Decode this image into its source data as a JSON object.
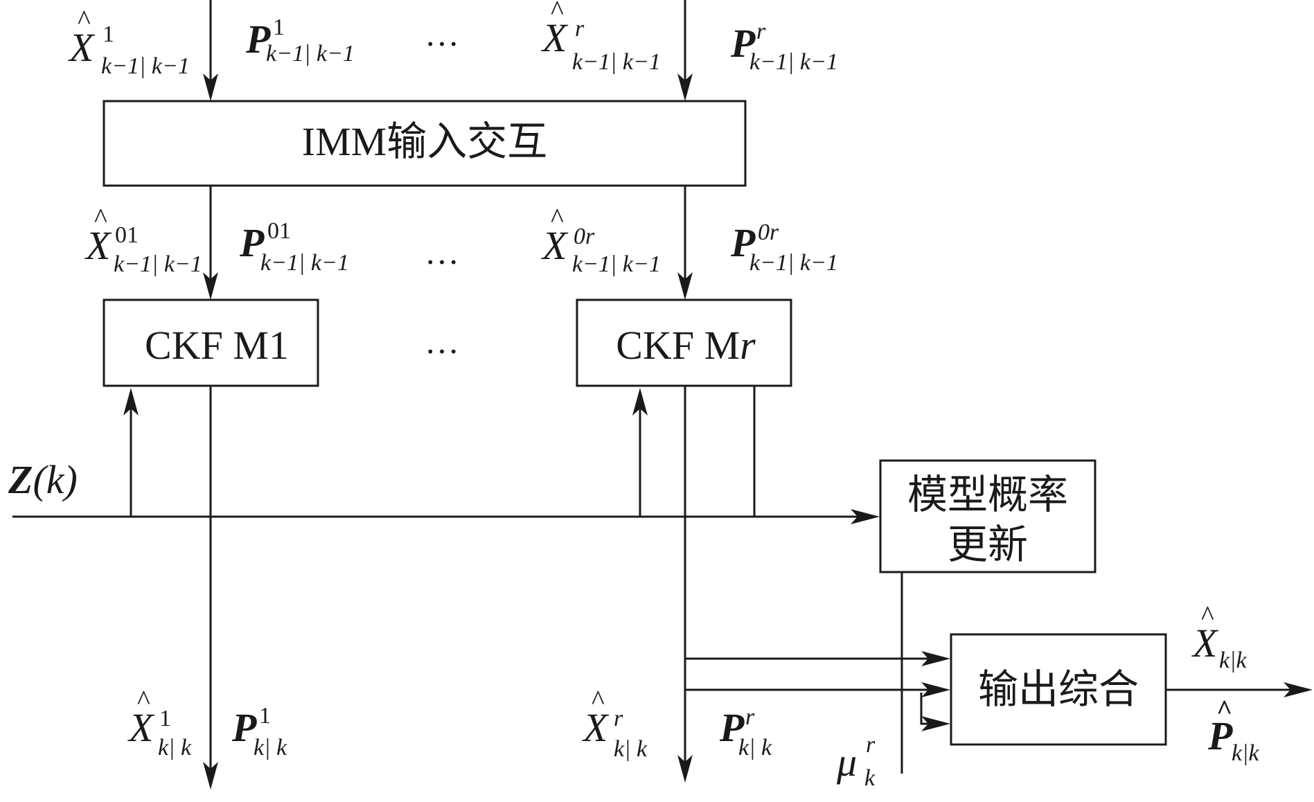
{
  "diagram": {
    "boxes": {
      "imm": "IMM输入交互",
      "ckf1": "CKF M1",
      "ckfr_prefix": "CKF M",
      "ckfr_suffix": "r",
      "prob_line1": "模型概率",
      "prob_line2": "更新",
      "output": "输出综合"
    },
    "ellipsis": "…",
    "input_label": {
      "symbol": "Z",
      "arg": "(k)"
    },
    "labels": {
      "x_in_1": {
        "base": "X",
        "sup": "1",
        "sub": "k−1| k−1"
      },
      "p_in_1": {
        "base": "P",
        "sup": "1",
        "sub": "k−1| k−1"
      },
      "x_in_r": {
        "base": "X",
        "sup": "r",
        "sub": "k−1| k−1"
      },
      "p_in_r": {
        "base": "P",
        "sup": "r",
        "sub": "k−1| k−1"
      },
      "x_mix_1": {
        "base": "X",
        "sup": "01",
        "sub": "k−1| k−1"
      },
      "p_mix_1": {
        "base": "P",
        "sup": "01",
        "sub": "k−1| k−1"
      },
      "x_mix_r": {
        "base": "X",
        "sup": "0r",
        "sub": "k−1| k−1"
      },
      "p_mix_r": {
        "base": "P",
        "sup": "0r",
        "sub": "k−1| k−1"
      },
      "x_out_1": {
        "base": "X",
        "sup": "1",
        "sub": "k| k"
      },
      "p_out_1": {
        "base": "P",
        "sup": "1",
        "sub": "k| k"
      },
      "x_out_r": {
        "base": "X",
        "sup": "r",
        "sub": "k| k"
      },
      "p_out_r": {
        "base": "P",
        "sup": "r",
        "sub": "k| k"
      },
      "mu": {
        "base": "μ",
        "sup": "r",
        "sub": "k"
      },
      "x_final": {
        "base": "X",
        "sub": "k|k"
      },
      "p_final": {
        "base": "P",
        "sub": "k|k"
      }
    }
  }
}
